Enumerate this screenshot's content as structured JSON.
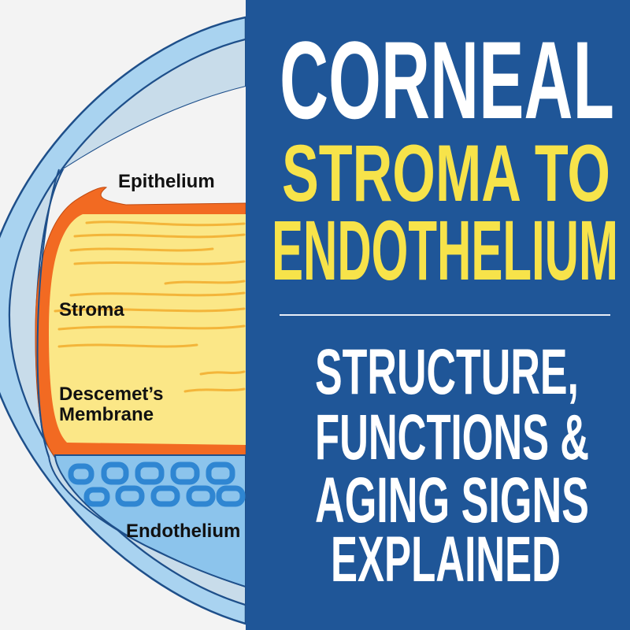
{
  "labels": {
    "epithelium": "Epithelium",
    "stroma": "Stroma",
    "descemet": "Descemet’s",
    "membrane": "Membrane",
    "endothelium": "Endothelium"
  },
  "title": {
    "line1": "CORNEAL",
    "line2": "STROMA TO",
    "line3": "ENDOTHELIUM"
  },
  "subtitle": {
    "line1": "STRUCTURE,",
    "line2": "FUNCTIONS &",
    "line3": "AGING SIGNS",
    "line4": "EXPLAINED"
  },
  "colors": {
    "panel": "#1f5698",
    "title_white": "#ffffff",
    "title_yellow": "#f7e34a",
    "stroma": "#fbe787",
    "membrane": "#f26a22",
    "endothelium": "#8cc4ec",
    "band": "#a9d3f0"
  }
}
